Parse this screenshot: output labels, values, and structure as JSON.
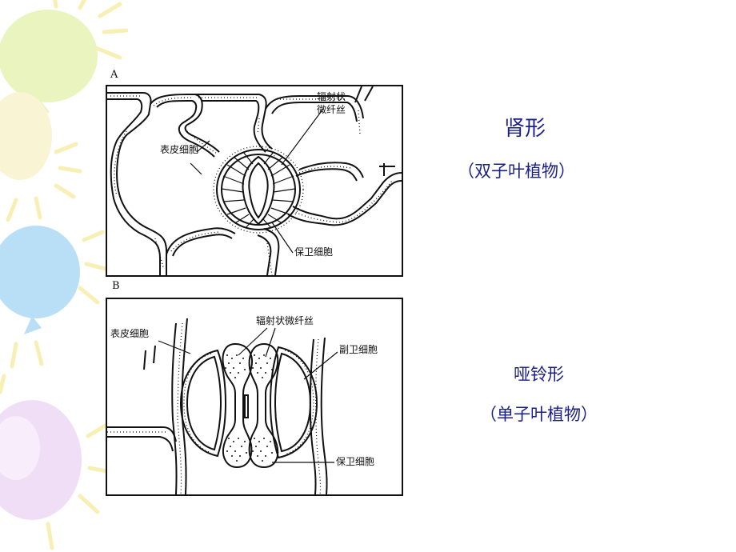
{
  "panel_a": {
    "letter": "A",
    "labels": {
      "radial_line1": "辐射状",
      "radial_line2": "微纤丝",
      "epidermal": "表皮细胞",
      "guard": "保卫细胞"
    }
  },
  "panel_b": {
    "letter": "B",
    "labels": {
      "radial": "辐射状微纤丝",
      "epidermal": "表皮细胞",
      "subsidiary": "副卫细胞",
      "guard": "保卫细胞"
    }
  },
  "captions": {
    "kidney_title": "肾形",
    "kidney_sub": "（双子叶植物）",
    "dumbbell_title": "哑铃形",
    "dumbbell_sub": "（单子叶植物）"
  },
  "colors": {
    "caption": "#1a1f8a",
    "line": "#111111"
  }
}
